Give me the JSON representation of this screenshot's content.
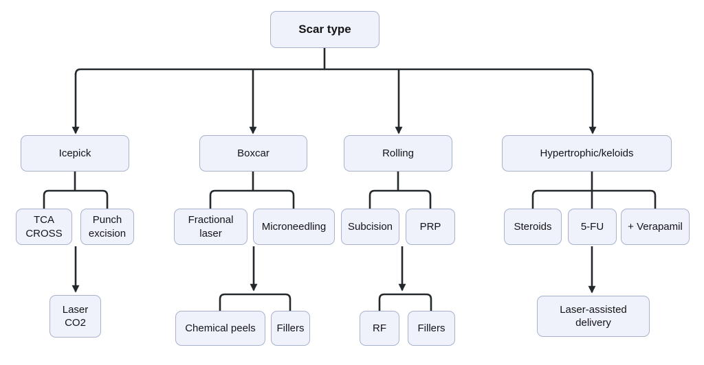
{
  "flowchart": {
    "type": "tree-diagram",
    "root": {
      "label": "Scar type"
    },
    "branches": [
      {
        "label": "Icepick",
        "children": [
          {
            "label": "TCA CROSS"
          },
          {
            "label": "Punch excision"
          }
        ],
        "descendants": [
          {
            "label": "Laser CO2"
          }
        ]
      },
      {
        "label": "Boxcar",
        "children": [
          {
            "label": "Fractional laser"
          },
          {
            "label": "Microneedling"
          }
        ],
        "descendants": [
          {
            "label": "Chemical peels"
          },
          {
            "label": "Fillers"
          }
        ]
      },
      {
        "label": "Rolling",
        "children": [
          {
            "label": "Subcision"
          },
          {
            "label": "PRP"
          }
        ],
        "descendants": [
          {
            "label": "RF"
          },
          {
            "label": "Fillers"
          }
        ]
      },
      {
        "label": "Hypertrophic/keloids",
        "children": [
          {
            "label": "Steroids"
          },
          {
            "label": "5-FU"
          },
          {
            "label": "+ Verapamil"
          }
        ],
        "descendants": [
          {
            "label": "Laser-assisted delivery"
          }
        ]
      }
    ]
  },
  "colors": {
    "node_fill": "#eff1fb",
    "node_border": "#a8b2cc",
    "connector": "#23282d",
    "text": "#121417",
    "background": "#ffffff"
  }
}
